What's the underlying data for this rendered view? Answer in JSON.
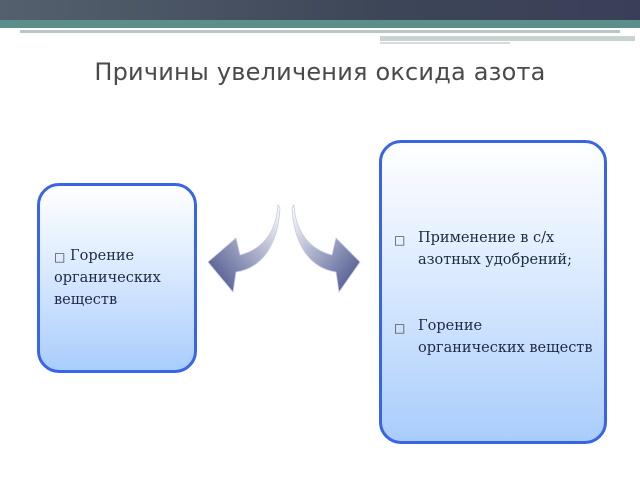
{
  "title": "Причины увеличения оксида азота",
  "left_box": {
    "items": [
      {
        "bullet": "□",
        "lines": [
          "Горение",
          "органических",
          "веществ"
        ]
      }
    ]
  },
  "right_box": {
    "items": [
      {
        "bullet": "□",
        "lines": [
          "Применение в с/х",
          "азотных удобрений;"
        ]
      },
      {
        "bullet": "□",
        "lines": [
          "Горение",
          "органических веществ"
        ]
      }
    ]
  },
  "colors": {
    "box_border": "#3a64e6",
    "arrow_dark": "#3f4a86",
    "arrow_light": "#ffffff"
  },
  "icons": [
    "left-curved-arrow-icon",
    "right-curved-arrow-icon"
  ]
}
